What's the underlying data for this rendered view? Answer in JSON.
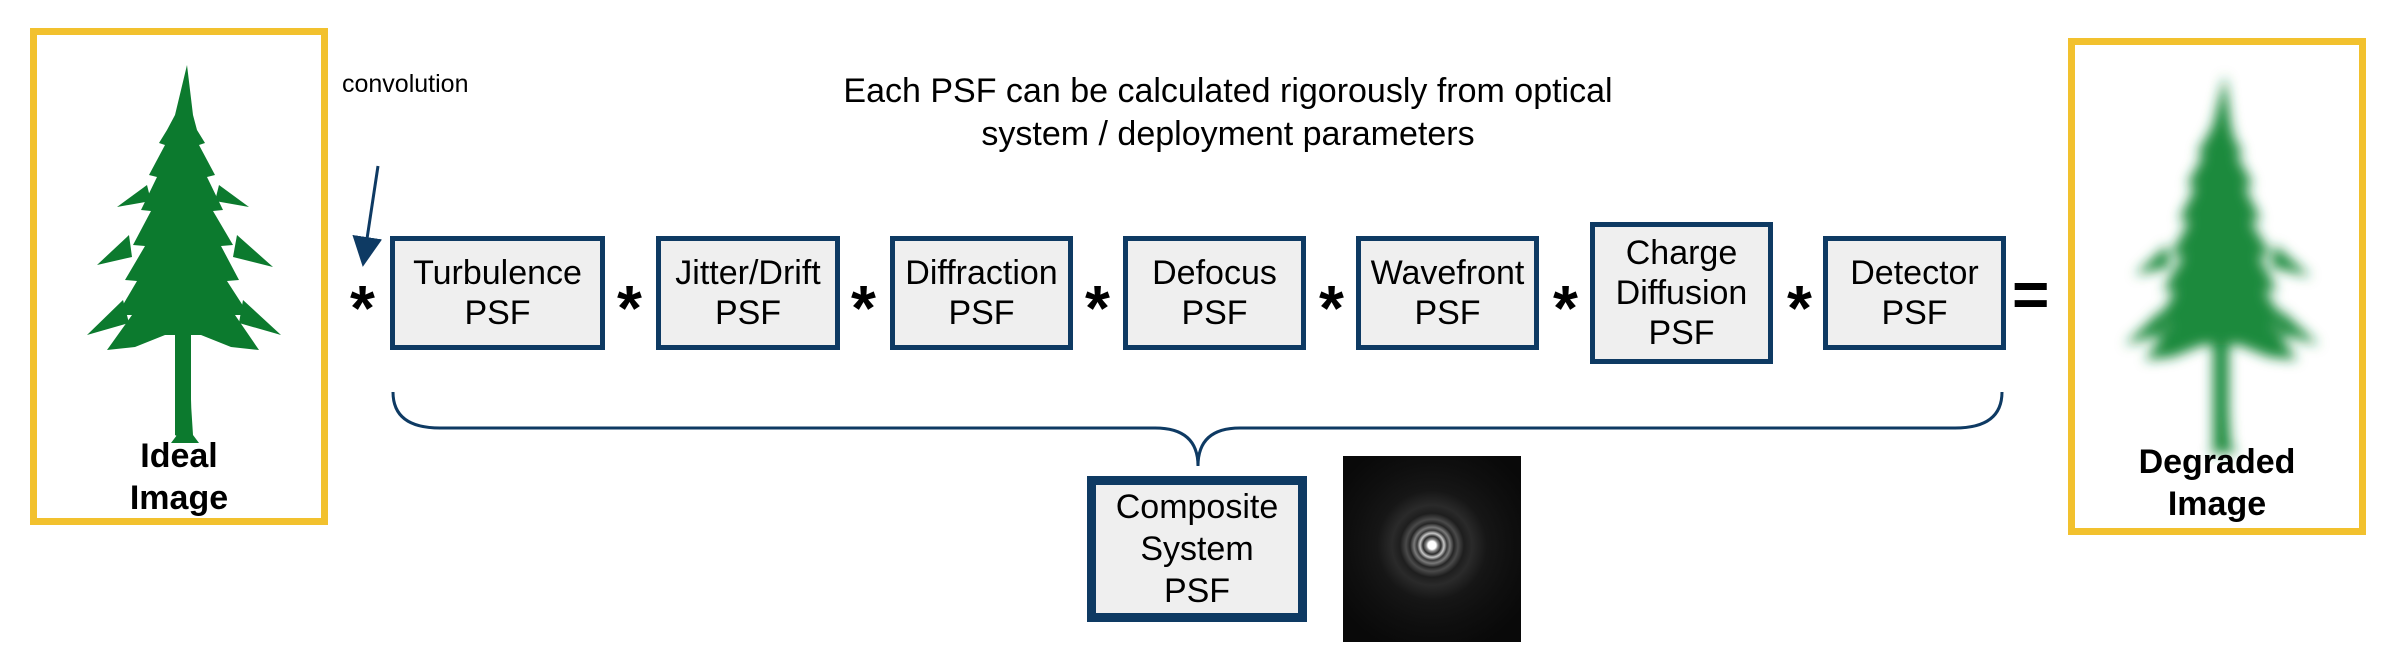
{
  "ideal": {
    "label_line1": "Ideal",
    "label_line2": "Image"
  },
  "degraded": {
    "label_line1": "Degraded",
    "label_line2": "Image"
  },
  "header": {
    "line1": "Each PSF can be calculated rigorously from optical",
    "line2": "system / deployment parameters"
  },
  "convolution_note": "convolution",
  "operators": {
    "convolve": "*",
    "equals": "="
  },
  "psf_boxes": [
    {
      "lines": [
        "Turbulence",
        "PSF"
      ]
    },
    {
      "lines": [
        "Jitter/Drift",
        "PSF"
      ]
    },
    {
      "lines": [
        "Diffraction",
        "PSF"
      ]
    },
    {
      "lines": [
        "Defocus",
        "PSF"
      ]
    },
    {
      "lines": [
        "Wavefront",
        "PSF"
      ]
    },
    {
      "lines": [
        "Charge",
        "Diffusion",
        "PSF"
      ]
    },
    {
      "lines": [
        "Detector",
        "PSF"
      ]
    }
  ],
  "composite": {
    "lines": [
      "Composite",
      "System",
      "PSF"
    ]
  },
  "colors": {
    "frame": "#f2c12e",
    "box_border": "#0e3a63",
    "box_fill": "#efefef",
    "tree": "#0c7a2e"
  }
}
